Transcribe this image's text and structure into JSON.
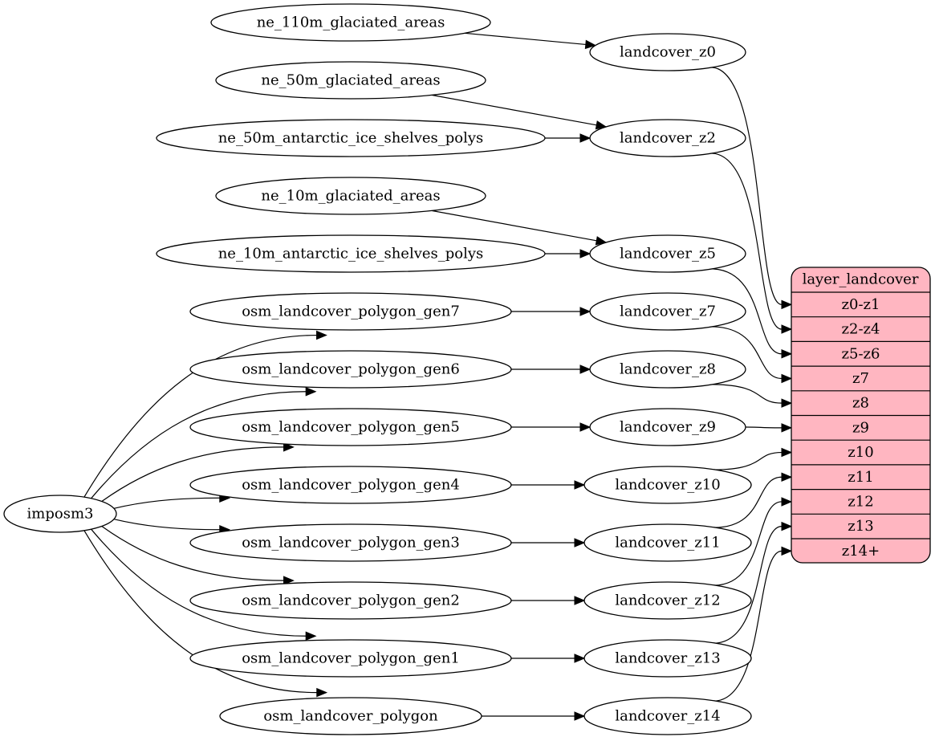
{
  "diagram": {
    "nodes": [
      {
        "id": "ne_110m_glaciated_areas",
        "label": "ne_110m_glaciated_areas"
      },
      {
        "id": "ne_50m_glaciated_areas",
        "label": "ne_50m_glaciated_areas"
      },
      {
        "id": "ne_50m_antarctic_ice_shelves_polys",
        "label": "ne_50m_antarctic_ice_shelves_polys"
      },
      {
        "id": "ne_10m_glaciated_areas",
        "label": "ne_10m_glaciated_areas"
      },
      {
        "id": "ne_10m_antarctic_ice_shelves_polys",
        "label": "ne_10m_antarctic_ice_shelves_polys"
      },
      {
        "id": "imposm3",
        "label": "imposm3"
      },
      {
        "id": "osm_landcover_polygon_gen7",
        "label": "osm_landcover_polygon_gen7"
      },
      {
        "id": "osm_landcover_polygon_gen6",
        "label": "osm_landcover_polygon_gen6"
      },
      {
        "id": "osm_landcover_polygon_gen5",
        "label": "osm_landcover_polygon_gen5"
      },
      {
        "id": "osm_landcover_polygon_gen4",
        "label": "osm_landcover_polygon_gen4"
      },
      {
        "id": "osm_landcover_polygon_gen3",
        "label": "osm_landcover_polygon_gen3"
      },
      {
        "id": "osm_landcover_polygon_gen2",
        "label": "osm_landcover_polygon_gen2"
      },
      {
        "id": "osm_landcover_polygon_gen1",
        "label": "osm_landcover_polygon_gen1"
      },
      {
        "id": "osm_landcover_polygon",
        "label": "osm_landcover_polygon"
      },
      {
        "id": "landcover_z0",
        "label": "landcover_z0"
      },
      {
        "id": "landcover_z2",
        "label": "landcover_z2"
      },
      {
        "id": "landcover_z5",
        "label": "landcover_z5"
      },
      {
        "id": "landcover_z7",
        "label": "landcover_z7"
      },
      {
        "id": "landcover_z8",
        "label": "landcover_z8"
      },
      {
        "id": "landcover_z9",
        "label": "landcover_z9"
      },
      {
        "id": "landcover_z10",
        "label": "landcover_z10"
      },
      {
        "id": "landcover_z11",
        "label": "landcover_z11"
      },
      {
        "id": "landcover_z12",
        "label": "landcover_z12"
      },
      {
        "id": "landcover_z13",
        "label": "landcover_z13"
      },
      {
        "id": "landcover_z14",
        "label": "landcover_z14"
      }
    ],
    "layer": {
      "title": "layer_landcover",
      "fill_color": "#ffb6c1",
      "rows": [
        "z0-z1",
        "z2-z4",
        "z5-z6",
        "z7",
        "z8",
        "z9",
        "z10",
        "z11",
        "z12",
        "z13",
        "z14+"
      ]
    },
    "edges": [
      {
        "from": "ne_110m_glaciated_areas",
        "to": "landcover_z0"
      },
      {
        "from": "ne_50m_glaciated_areas",
        "to": "landcover_z2"
      },
      {
        "from": "ne_50m_antarctic_ice_shelves_polys",
        "to": "landcover_z2"
      },
      {
        "from": "ne_10m_glaciated_areas",
        "to": "landcover_z5"
      },
      {
        "from": "ne_10m_antarctic_ice_shelves_polys",
        "to": "landcover_z5"
      },
      {
        "from": "imposm3",
        "to": "osm_landcover_polygon_gen7"
      },
      {
        "from": "imposm3",
        "to": "osm_landcover_polygon_gen6"
      },
      {
        "from": "imposm3",
        "to": "osm_landcover_polygon_gen5"
      },
      {
        "from": "imposm3",
        "to": "osm_landcover_polygon_gen4"
      },
      {
        "from": "imposm3",
        "to": "osm_landcover_polygon_gen3"
      },
      {
        "from": "imposm3",
        "to": "osm_landcover_polygon_gen2"
      },
      {
        "from": "imposm3",
        "to": "osm_landcover_polygon_gen1"
      },
      {
        "from": "imposm3",
        "to": "osm_landcover_polygon"
      },
      {
        "from": "osm_landcover_polygon_gen7",
        "to": "landcover_z7"
      },
      {
        "from": "osm_landcover_polygon_gen6",
        "to": "landcover_z8"
      },
      {
        "from": "osm_landcover_polygon_gen5",
        "to": "landcover_z9"
      },
      {
        "from": "osm_landcover_polygon_gen4",
        "to": "landcover_z10"
      },
      {
        "from": "osm_landcover_polygon_gen3",
        "to": "landcover_z11"
      },
      {
        "from": "osm_landcover_polygon_gen2",
        "to": "landcover_z12"
      },
      {
        "from": "osm_landcover_polygon_gen1",
        "to": "landcover_z13"
      },
      {
        "from": "osm_landcover_polygon",
        "to": "landcover_z14"
      },
      {
        "from": "landcover_z0",
        "to": "layer_landcover:z0-z1"
      },
      {
        "from": "landcover_z2",
        "to": "layer_landcover:z2-z4"
      },
      {
        "from": "landcover_z5",
        "to": "layer_landcover:z5-z6"
      },
      {
        "from": "landcover_z7",
        "to": "layer_landcover:z7"
      },
      {
        "from": "landcover_z8",
        "to": "layer_landcover:z8"
      },
      {
        "from": "landcover_z9",
        "to": "layer_landcover:z9"
      },
      {
        "from": "landcover_z10",
        "to": "layer_landcover:z10"
      },
      {
        "from": "landcover_z11",
        "to": "layer_landcover:z11"
      },
      {
        "from": "landcover_z12",
        "to": "layer_landcover:z12"
      },
      {
        "from": "landcover_z13",
        "to": "layer_landcover:z13"
      },
      {
        "from": "landcover_z14",
        "to": "layer_landcover:z14+"
      }
    ]
  }
}
